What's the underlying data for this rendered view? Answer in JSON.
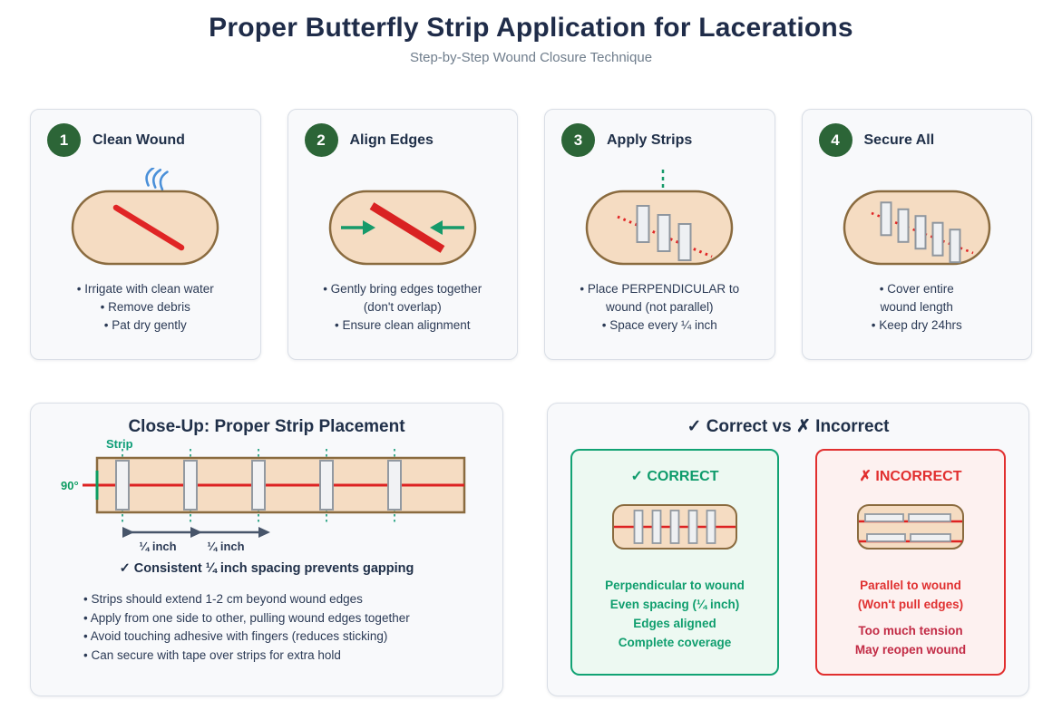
{
  "header": {
    "title": "Proper Butterfly Strip Application for Lacerations",
    "subtitle": "Step-by-Step Wound Closure Technique"
  },
  "steps": [
    {
      "number": "1",
      "title": "Clean Wound",
      "bullets": [
        "• Irrigate with clean water",
        "• Remove debris",
        "• Pat dry gently"
      ]
    },
    {
      "number": "2",
      "title": "Align Edges",
      "bullets": [
        "• Gently bring edges together (don't overlap)",
        "• Ensure clean alignment"
      ]
    },
    {
      "number": "3",
      "title": "Apply Strips",
      "bullets": [
        "• Place PERPENDICULAR to wound (not parallel)",
        "• Space every ¼ inch"
      ]
    },
    {
      "number": "4",
      "title": "Secure All",
      "bullets": [
        "• Cover entire wound length",
        "• Keep dry 24hrs"
      ]
    }
  ],
  "closeup": {
    "title": "Close-Up: Proper Strip Placement",
    "strip_label": "Strip",
    "angle_label": "90°",
    "spacing_labels": [
      "¼ inch",
      "¼ inch"
    ],
    "note": "✓ Consistent ¼ inch spacing prevents gapping",
    "bullets": [
      "• Strips should extend 1-2 cm beyond wound edges",
      "• Apply from one side to other, pulling wound edges together",
      "• Avoid touching adhesive with fingers (reduces sticking)",
      "• Can secure with tape over strips for extra hold"
    ]
  },
  "comparison": {
    "title": "✓ Correct vs ✗ Incorrect",
    "correct": {
      "header": "✓ CORRECT",
      "points": [
        "Perpendicular to wound",
        "Even spacing (¼ inch)",
        "Edges aligned",
        "Complete coverage"
      ]
    },
    "incorrect": {
      "header": "✗ INCORRECT",
      "points_primary": [
        "Parallel to wound",
        "(Won't pull edges)"
      ],
      "points_secondary": [
        "Too much tension",
        "May reopen wound"
      ]
    }
  },
  "icons": {
    "check": "✓",
    "cross": "✗",
    "bullet": "•"
  },
  "colors": {
    "badge_green": "#2c6537",
    "wound_red": "#dd2a2a",
    "skin": "#f5dcc2",
    "skin_border": "#8a6b3f",
    "water_blue": "#4a90d9",
    "arrow_green": "#169a6a",
    "strip_teal": "#14a37f",
    "angle_green": "#0d9d62",
    "correct_green": "#12a374",
    "incorrect_red": "#e12f2f"
  }
}
